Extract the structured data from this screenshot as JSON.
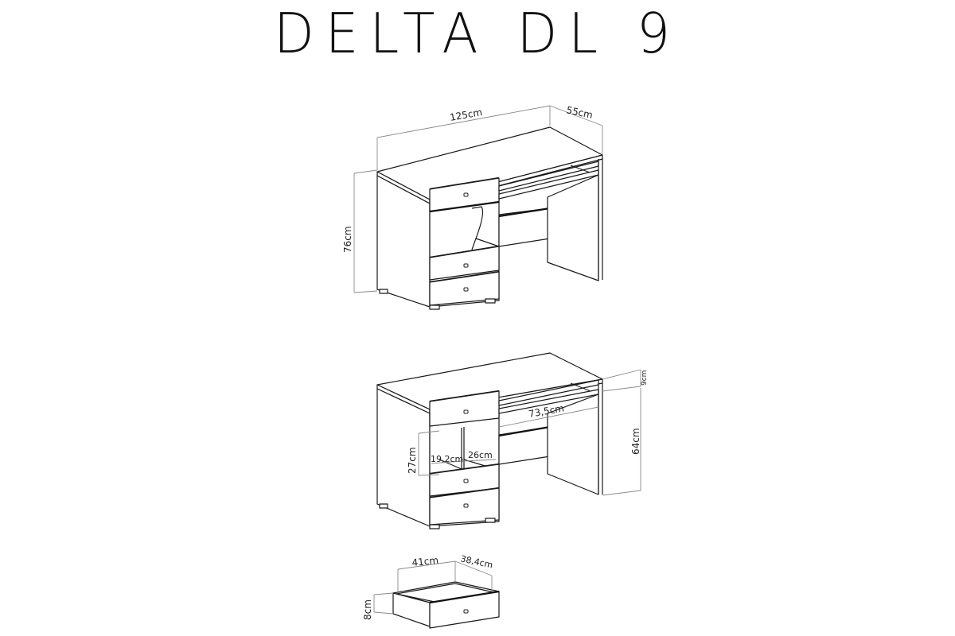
{
  "title": "DELTA DL 9",
  "views": {
    "overview": {
      "label": "desk-isometric-overview",
      "dimensions": {
        "width": "125cm",
        "depth": "55cm",
        "height": "76cm"
      }
    },
    "interior": {
      "label": "desk-isometric-interior",
      "dimensions": {
        "top_gap": "9cm",
        "knee_width": "73,5cm",
        "knee_height": "64cm",
        "shelf_height": "27cm",
        "compartment_left": "19,2cm",
        "compartment_right": "26cm"
      }
    },
    "drawer": {
      "label": "drawer-detail",
      "dimensions": {
        "width": "41cm",
        "depth": "38,4cm",
        "height": "8cm"
      }
    }
  },
  "colors": {
    "line": "#1a1a1a",
    "dimension_line": "#8a8a8a",
    "background": "#ffffff"
  }
}
